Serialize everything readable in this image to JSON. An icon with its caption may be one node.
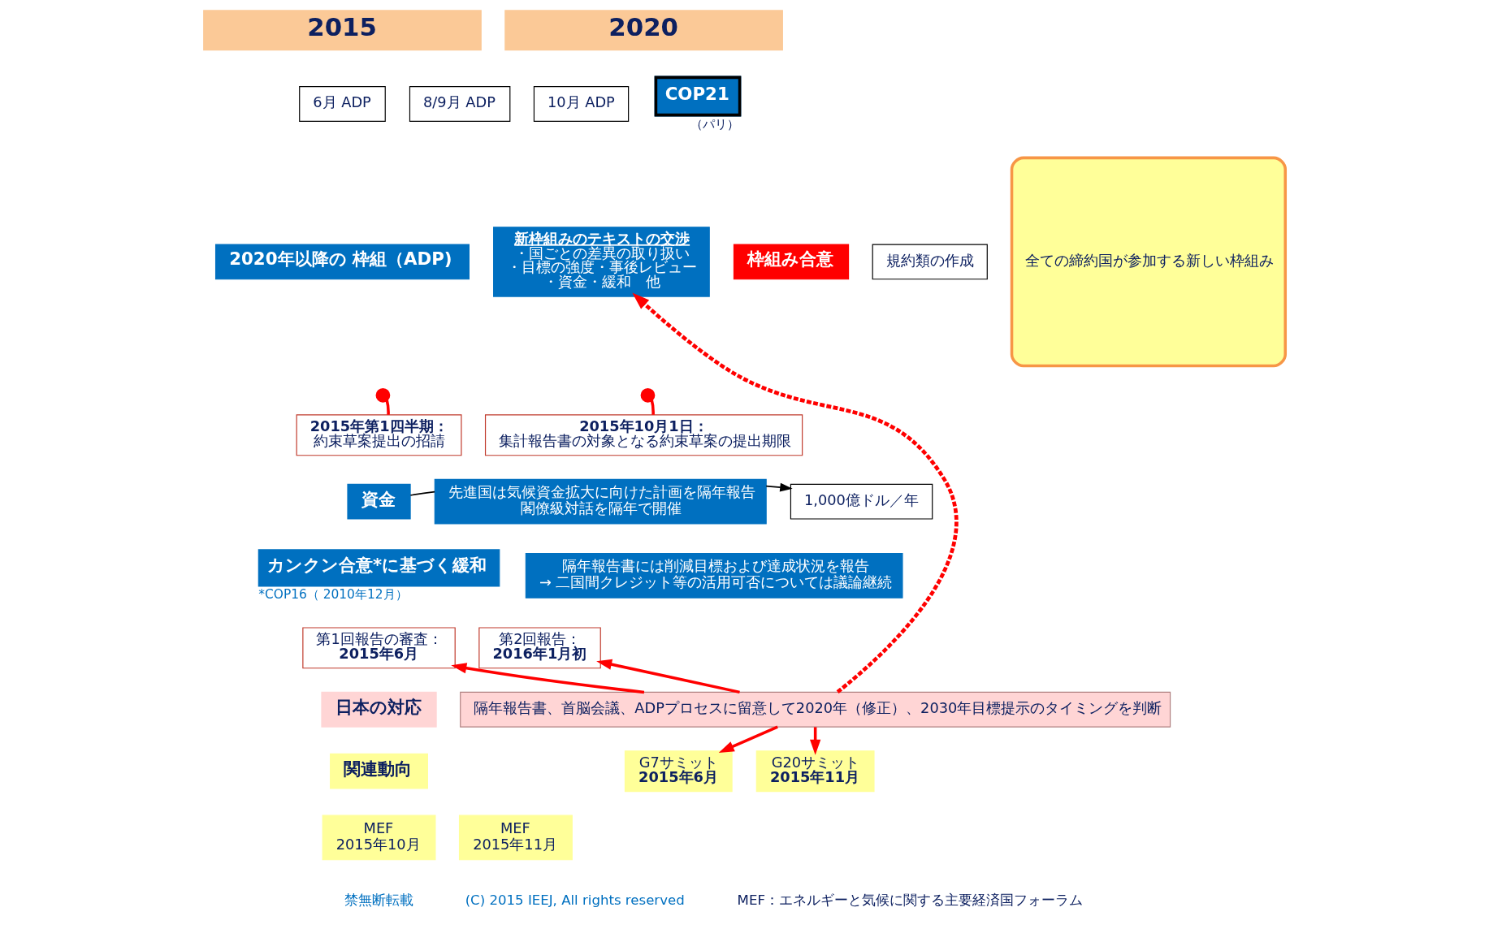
{
  "diagram": {
    "nodes": [
      {
        "text": [
          "2015"
        ]
      },
      {
        "text": [
          "2020"
        ]
      },
      {
        "text": [
          "6月 ADP"
        ]
      },
      {
        "text": [
          "8/9月 ADP"
        ]
      },
      {
        "text": [
          "10月 ADP"
        ]
      },
      {
        "text": [
          "COP21"
        ],
        "beside": [
          "（パリ）"
        ]
      },
      {
        "text": [
          "2020年以降の 枠組（ADP)"
        ]
      },
      {
        "text": [
          "新枠組みのテキストの交渉",
          "・国ごとの差異の取り扱い",
          "・目標の強度・事後レビュー",
          "・資金・緩和　他"
        ]
      },
      {
        "text": [
          "枠組み合意"
        ]
      },
      {
        "text": [
          "規約類の作成"
        ]
      },
      {
        "text": [
          "2015年第1四半期：",
          "約束草案提出の招請"
        ]
      },
      {
        "text": [
          "2015年10月1日：",
          "集計報告書の対象となる約束草案の提出期限"
        ]
      },
      {
        "text": [
          "資金"
        ]
      },
      {
        "text": [
          "先進国は気候資金拡大に向けた計画を隔年報告",
          "閣僚級対話を隔年で開催"
        ]
      },
      {
        "text": [
          "1,000億ドル／年"
        ]
      },
      {
        "text": [
          "カンクン合意*に基づく緩和"
        ],
        "beside": [
          "*COP16（ 2010年12月）"
        ]
      },
      {
        "text": [
          "隔年報告書には削減目標および達成状況を報告",
          "→ 二国間クレジット等の活用可否については議論継続"
        ]
      },
      {
        "text": [
          "第1回報告の審査：",
          "2015年6月"
        ]
      },
      {
        "text": [
          "第2回報告：",
          "2016年1月初"
        ]
      },
      {
        "text": [
          "日本の対応"
        ]
      },
      {
        "text": [
          "隔年報告書、首脳会議、ADPプロセスに留意して2020年（修正）、2030年目標提示のタイミングを判断"
        ]
      },
      {
        "text": [
          "関連動向"
        ]
      },
      {
        "text": [
          "G7サミット",
          "2015年6月"
        ]
      },
      {
        "text": [
          "G20サミット",
          "2015年11月"
        ]
      },
      {
        "text": [
          "MEF",
          "2015年10月"
        ]
      },
      {
        "text": [
          "MEF",
          "2015年11月"
        ]
      },
      {
        "text": [
          "全ての締約国が参加する新しい枠組み"
        ]
      }
    ],
    "edges": [
      {
        "from": 10,
        "to": null,
        "arrow": "other"
      },
      {
        "from": 11,
        "to": null,
        "arrow": "other"
      },
      {
        "from": 20,
        "to": 7,
        "arrow": "to",
        "style": "dashed"
      },
      {
        "from": 12,
        "to": 13,
        "arrow": "none",
        "color": "#000000"
      },
      {
        "from": 13,
        "to": 14,
        "arrow": "to",
        "color": "#000000"
      },
      {
        "from": 20,
        "to": 17,
        "arrow": "to"
      },
      {
        "from": 20,
        "to": 18,
        "arrow": "to"
      },
      {
        "from": 20,
        "to": 22,
        "arrow": "to"
      },
      {
        "from": 20,
        "to": 23,
        "arrow": "to"
      }
    ],
    "labels": [
      "禁無断転載",
      "(C) 2015 IEEJ, All rights reserved",
      "MEF：エネルギーと気候に関する主要経済国フォーラム"
    ]
  }
}
